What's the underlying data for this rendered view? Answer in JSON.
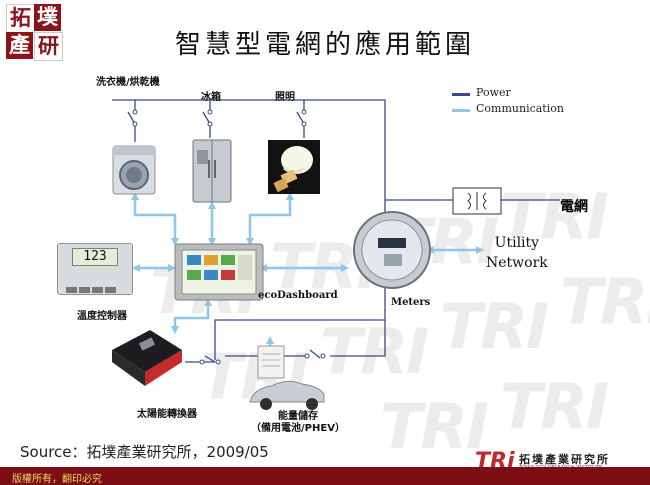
{
  "title": "智慧型電網的應用範圍",
  "logo": {
    "chars": [
      "拓",
      "墣",
      "產",
      "研"
    ]
  },
  "legend": [
    {
      "label": "Power",
      "color": "#3b4a86"
    },
    {
      "label": "Communication",
      "color": "#8fc6ea"
    }
  ],
  "labels": {
    "washer": "洗衣機/烘乾機",
    "fridge": "冰箱",
    "lighting": "照明",
    "thermostat": "溫度控制器",
    "dashboard": "ecoDashboard",
    "meters": "Meters",
    "grid": "電網",
    "utility_line1": "Utility",
    "utility_line2": "Network",
    "solar": "太陽能轉換器",
    "storage_line1": "能量儲存",
    "storage_line2": "（備用電池/PHEV）"
  },
  "thermostat_display": "123",
  "source": "Source：拓墣產業研究所，2009/05",
  "footer": {
    "left": "版權所有，翻印必究",
    "brand_mark": "TRi",
    "brand_cn": "拓墣產業研究所",
    "brand_en": "TOPOLOGY RESEARCH INSTITUTE"
  },
  "colors": {
    "power": "#3b4a86",
    "communication": "#8fc6ea",
    "footer_bar": "#7b0f14",
    "brand_red": "#c0282d"
  }
}
